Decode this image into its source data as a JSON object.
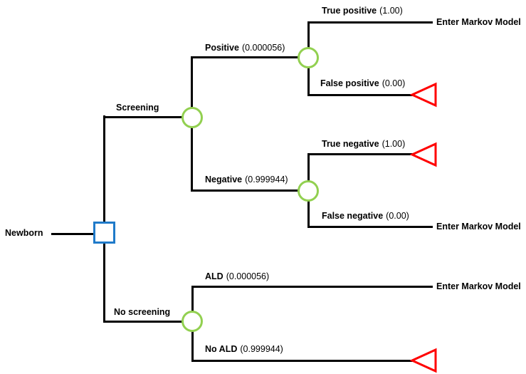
{
  "figure_type": "decision-tree",
  "tree": {
    "root": {
      "label": "Newborn"
    },
    "screening": {
      "label": "Screening"
    },
    "no_screening": {
      "label": "No screening"
    },
    "positive": {
      "name": "Positive",
      "prob": "(0.000056)"
    },
    "negative": {
      "name": "Negative",
      "prob": "(0.999944)"
    },
    "true_positive": {
      "name": "True positive",
      "prob": "(1.00)"
    },
    "false_positive": {
      "name": "False positive",
      "prob": "(0.00)"
    },
    "true_negative": {
      "name": "True negative",
      "prob": "(1.00)"
    },
    "false_negative": {
      "name": "False negative",
      "prob": "(0.00)"
    },
    "ald": {
      "name": "ALD",
      "prob": "(0.000056)"
    },
    "no_ald": {
      "name": "No ALD",
      "prob": "(0.999944)"
    },
    "markov_label": "Enter Markov Model"
  },
  "colors": {
    "branch_line": "#000000",
    "chance_node_stroke": "#92d050",
    "decision_node_stroke": "#1f7ac9",
    "terminal_node_stroke": "#ff0000",
    "node_fill": "#ffffff"
  }
}
